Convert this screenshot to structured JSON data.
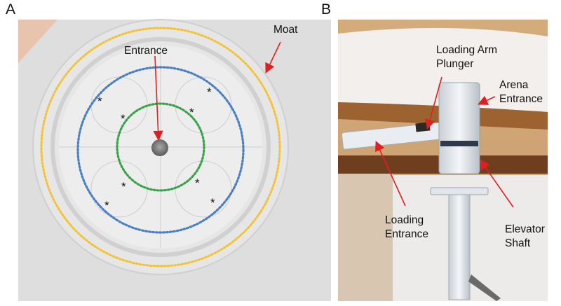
{
  "panel_a": {
    "letter": "A",
    "labels": {
      "moat": "Moat",
      "entrance": "Entrance"
    },
    "asterisk": "*",
    "ring_colors": {
      "moat": "#f2c230",
      "outer": "#4a7fc4",
      "inner": "#3aa24a"
    },
    "arrow_color": "#e02020"
  },
  "panel_b": {
    "letter": "B",
    "labels": {
      "loading_arm_plunger": [
        "Loading Arm",
        "Plunger"
      ],
      "arena_entrance": [
        "Arena",
        "Entrance"
      ],
      "loading_entrance": [
        "Loading",
        "Entrance"
      ],
      "elevator_shaft": [
        "Elevator",
        "Shaft"
      ]
    },
    "arrow_color": "#e02020"
  }
}
